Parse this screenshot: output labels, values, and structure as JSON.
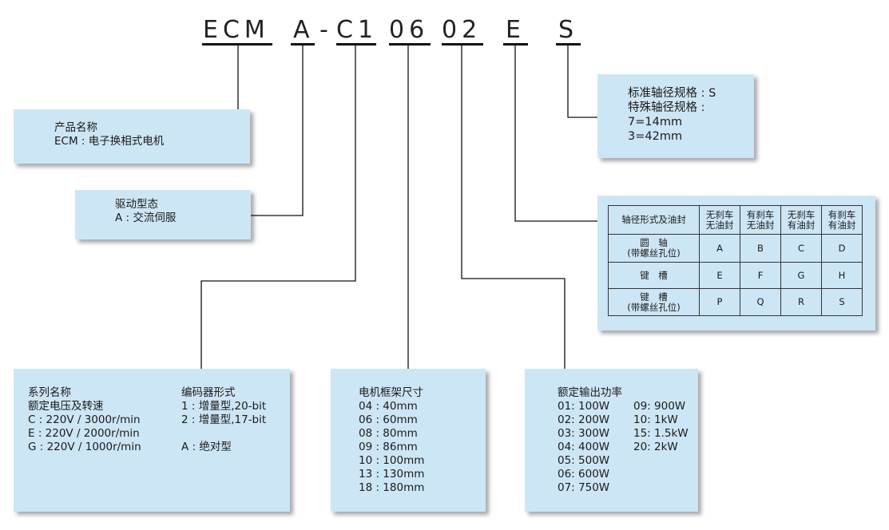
{
  "code": {
    "segments": [
      "ECM",
      "A",
      "-",
      "C1",
      "06",
      "02",
      "E",
      "S"
    ]
  },
  "product_name": {
    "title": "产品名称",
    "value": "ECM : 电子换相式电机"
  },
  "drive_type": {
    "title": "驱动型态",
    "value": "A : 交流伺服"
  },
  "series": {
    "title": "系列名称",
    "subtitle": "额定电压及转速",
    "items": [
      "C : 220V / 3000r/min",
      "E : 220V / 2000r/min",
      "G : 220V / 1000r/min"
    ],
    "encoder_title": "编码器形式",
    "encoder_items": [
      "1 : 增量型,20-bit",
      "2 : 增量型,17-bit",
      "A : 绝对型"
    ]
  },
  "frame_size": {
    "title": "电机框架尺寸",
    "items": [
      "04 : 40mm",
      "06 : 60mm",
      "08 : 80mm",
      "09 : 86mm",
      "10 : 100mm",
      "13 : 130mm",
      "18 : 180mm"
    ]
  },
  "rated_power": {
    "title": "额定输出功率",
    "items_a": [
      "01: 100W",
      "02: 200W",
      "03: 300W",
      "04: 400W",
      "05: 500W",
      "06: 600W",
      "07: 750W"
    ],
    "items_b": [
      "09: 900W",
      "10: 1kW",
      "15: 1.5kW",
      "20: 2kW"
    ]
  },
  "shaft_spec": {
    "lines": [
      "标准轴径规格 : S",
      "特殊轴径规格 :",
      "7=14mm",
      "3=42mm"
    ]
  },
  "shaft_seal_table": {
    "corner": "轴径形式及油封",
    "columns": [
      [
        "无刹车",
        "无油封"
      ],
      [
        "有刹车",
        "无油封"
      ],
      [
        "无刹车",
        "有油封"
      ],
      [
        "有刹车",
        "有油封"
      ]
    ],
    "rows": [
      {
        "label": [
          "圆　轴",
          "(带螺丝孔位)"
        ],
        "values": [
          "A",
          "B",
          "C",
          "D"
        ]
      },
      {
        "label": [
          "键　槽"
        ],
        "values": [
          "E",
          "F",
          "G",
          "H"
        ]
      },
      {
        "label": [
          "键　槽",
          "(带螺丝孔位)"
        ],
        "values": [
          "P",
          "Q",
          "R",
          "S"
        ]
      }
    ]
  }
}
